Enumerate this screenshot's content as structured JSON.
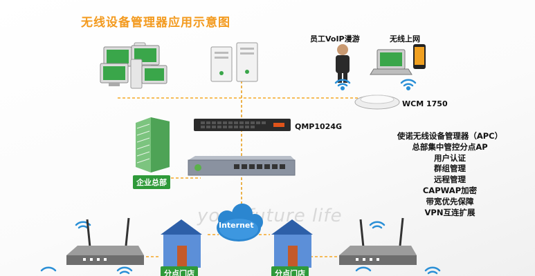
{
  "title": "无线设备管理器应用示意图",
  "labels": {
    "voip": "员工VoIP漫游",
    "wireless_net": "无线上网",
    "wcm": "WCM 1750",
    "switch": "QMP1024G",
    "hq": "企业总部",
    "internet": "Internet",
    "watermark": "your future life",
    "branch_left": "分点门店",
    "branch_right": "分点门店"
  },
  "features": [
    "使诺无线设备管理器（APC）",
    "总部集中管控分点AP",
    "用户认证",
    "群组管理",
    "远程管理",
    "CAPWAP加密",
    "带宽优先保障",
    "VPN互连扩展"
  ],
  "colors": {
    "title": "#f39a1e",
    "link_line": "#f5a623",
    "trunk_line": "#e8a020",
    "tag_bg": "#2f9a3a",
    "wifi": "#2a8fd6",
    "cloud": "#2b86d0"
  },
  "icons": [
    "workstation-icon",
    "server-icon",
    "person-phone-icon",
    "laptop-icon",
    "smartphone-icon",
    "wifi-icon",
    "access-controller-icon",
    "switch-icon",
    "appliance-icon",
    "office-building-icon",
    "internet-cloud-icon",
    "router-icon",
    "store-icon"
  ]
}
